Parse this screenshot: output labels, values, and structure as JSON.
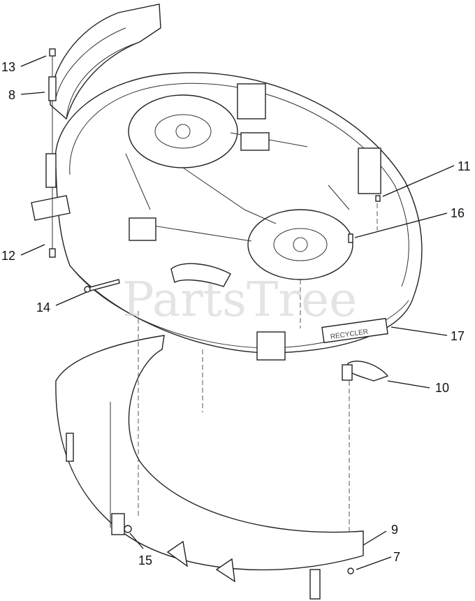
{
  "watermark": "PartsTree",
  "decal_text": "RECYCLER",
  "callouts": [
    {
      "id": "13",
      "label": "13"
    },
    {
      "id": "8",
      "label": "8"
    },
    {
      "id": "12",
      "label": "12"
    },
    {
      "id": "14",
      "label": "14"
    },
    {
      "id": "11",
      "label": "11"
    },
    {
      "id": "16",
      "label": "16"
    },
    {
      "id": "17",
      "label": "17"
    },
    {
      "id": "10",
      "label": "10"
    },
    {
      "id": "9",
      "label": "9"
    },
    {
      "id": "7",
      "label": "7"
    },
    {
      "id": "15",
      "label": "15"
    }
  ]
}
